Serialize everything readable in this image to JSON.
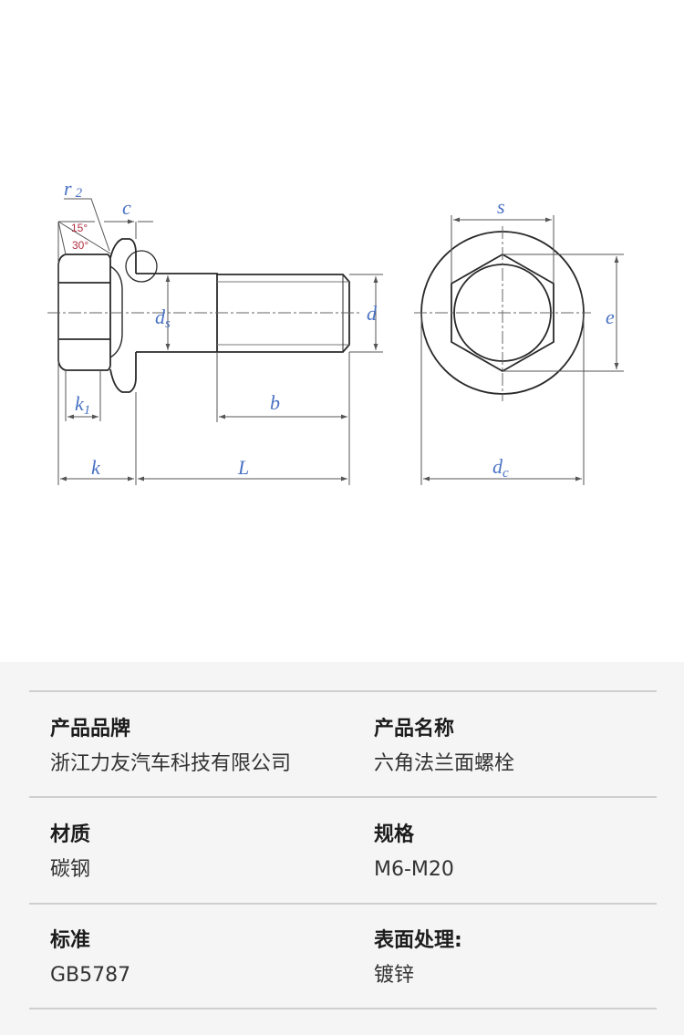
{
  "diagram": {
    "labels": {
      "r2": "r",
      "r2_sub": "2",
      "c": "c",
      "angle_15": "15°",
      "angle_30": "30°",
      "ds": "d",
      "ds_sub": "s",
      "d": "d",
      "k1": "k",
      "k1_sub": "1",
      "b": "b",
      "k": "k",
      "L": "L",
      "s": "s",
      "e": "e",
      "dc": "d",
      "dc_sub": "c"
    },
    "colors": {
      "line": "#2a2a2a",
      "dimension": "#555555",
      "label": "#4a72c4",
      "angle_label": "#b03040"
    }
  },
  "specs": [
    {
      "key": "产品品牌",
      "value": "浙江力友汽车科技有限公司"
    },
    {
      "key": "产品名称",
      "value": "六角法兰面螺栓"
    },
    {
      "key": "材质",
      "value": "碳钢"
    },
    {
      "key": "规格",
      "value": "M6-M20"
    },
    {
      "key": "标准",
      "value": "GB5787"
    },
    {
      "key": "表面处理:",
      "value": "镀锌"
    }
  ]
}
